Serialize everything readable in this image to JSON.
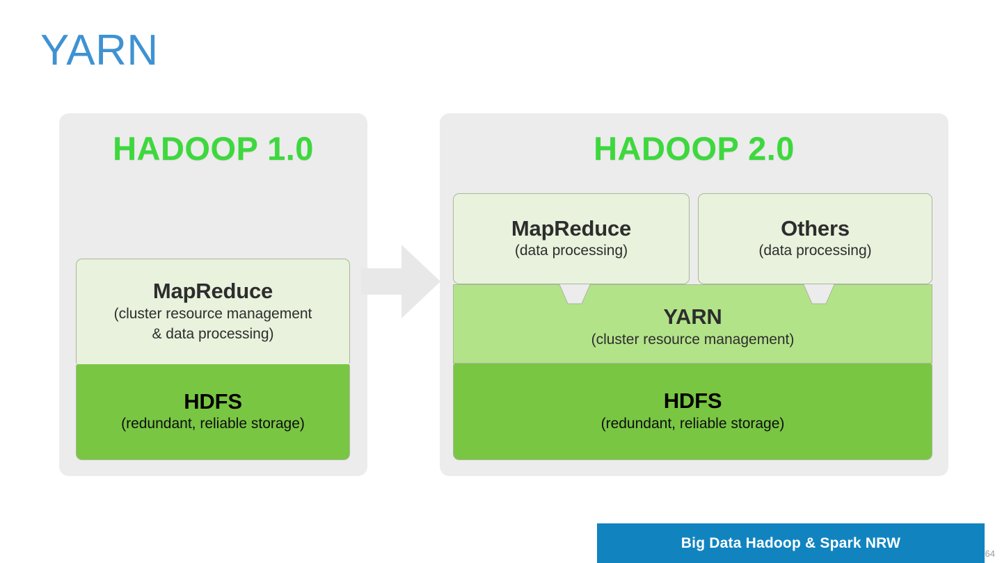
{
  "slide": {
    "title": "YARN",
    "title_color": "#3f92d2",
    "page_number": "64"
  },
  "diagram": {
    "arrow": {
      "icon": "right-arrow-icon",
      "color": "#e8e8e8"
    },
    "hadoop1": {
      "heading": "HADOOP 1.0",
      "heading_color": "#3dd83d",
      "panel_color": "#ececec",
      "layers": [
        {
          "name": "mapreduce",
          "title": "MapReduce",
          "subtitle_line1": "(cluster resource management",
          "subtitle_line2": "& data processing)",
          "color": "#e8f2dc"
        },
        {
          "name": "hdfs",
          "title": "HDFS",
          "subtitle_line1": "(redundant, reliable storage)",
          "color": "#79c643"
        }
      ]
    },
    "hadoop2": {
      "heading": "HADOOP 2.0",
      "heading_color": "#3dd83d",
      "panel_color": "#ececec",
      "top_layers": [
        {
          "name": "mapreduce",
          "title": "MapReduce",
          "subtitle_line1": "(data processing)",
          "color": "#e8f2dc"
        },
        {
          "name": "others",
          "title": "Others",
          "subtitle_line1": "(data processing)",
          "color": "#e8f2dc"
        }
      ],
      "yarn": {
        "name": "yarn",
        "title": "YARN",
        "subtitle_line1": "(cluster resource management)",
        "color": "#b3e389"
      },
      "hdfs": {
        "name": "hdfs",
        "title": "HDFS",
        "subtitle_line1": "(redundant, reliable storage)",
        "color": "#79c643"
      }
    }
  },
  "footer": {
    "banner_text": "Big Data Hadoop & Spark NRW",
    "banner_color": "#1184c0"
  }
}
